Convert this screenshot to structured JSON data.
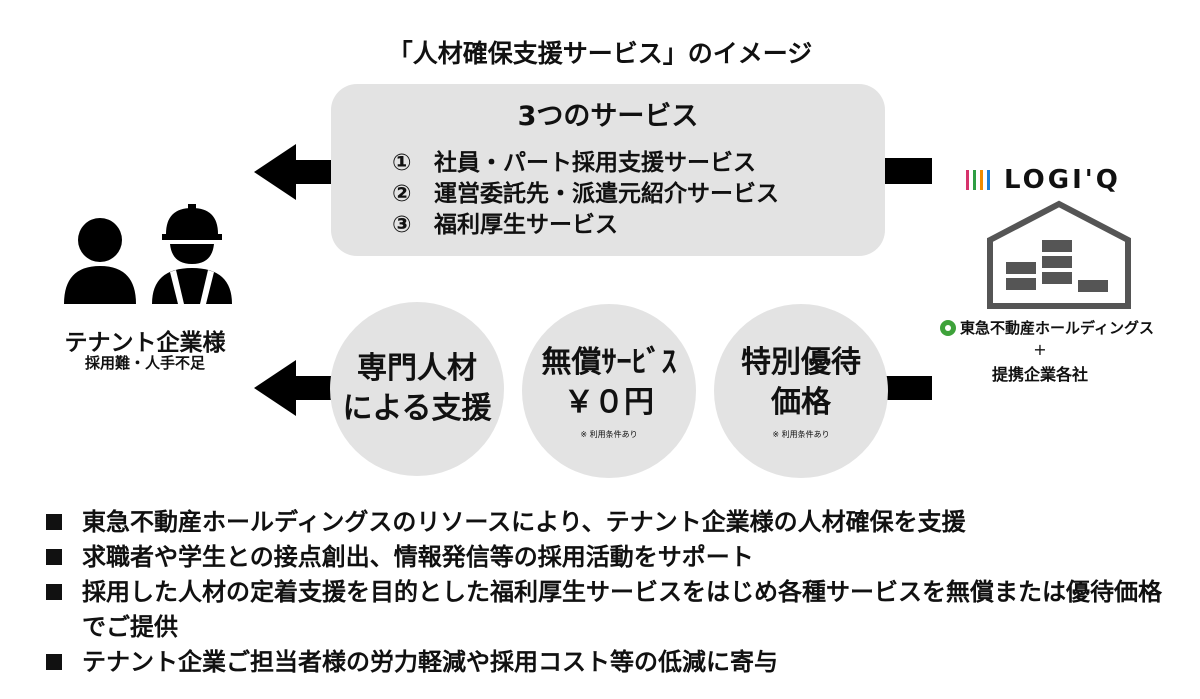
{
  "title": "「人材確保支援サービス」のイメージ",
  "services_box": {
    "heading": "3つのサービス",
    "items": [
      {
        "num": "①",
        "label": "社員・パート採用支援サービス"
      },
      {
        "num": "②",
        "label": "運営委託先・派遣元紹介サービス"
      },
      {
        "num": "③",
        "label": "福利厚生サービス"
      }
    ]
  },
  "tenant": {
    "label": "テナント企業様",
    "sublabel": "採用難・人手不足"
  },
  "benefits": [
    {
      "text": "専門人材\nによる支援",
      "note": ""
    },
    {
      "text": "無償ｻｰﾋﾞｽ\n￥０円",
      "note": "※ 利用条件あり"
    },
    {
      "text": "特別優待\n価格",
      "note": "※ 利用条件あり"
    }
  ],
  "provider": {
    "brand": "LOGI'Q",
    "brand_mark_colors": [
      "#d6336c",
      "#2f9e44",
      "#f08c00",
      "#1c7ed6"
    ],
    "company": "東急不動産ホールディングス",
    "plus": "+",
    "partners": "提携企業各社"
  },
  "bullets": [
    "東急不動産ホールディングスのリソースにより、テナント企業様の人材確保を支援",
    "求職者や学生との接点創出、情報発信等の採用活動をサポート",
    "採用した人材の定着支援を目的とした福利厚生サービスをはじめ各種サービスを無償または優待価格でご提供",
    "テナント企業ご担当者様の労力軽減や採用コスト等の低減に寄与"
  ]
}
